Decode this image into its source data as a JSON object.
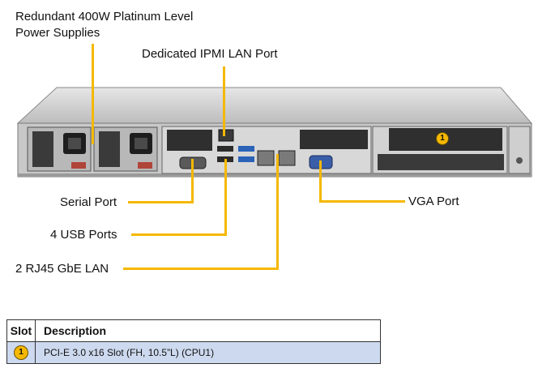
{
  "labels": {
    "power_supplies_line1": "Redundant  400W Platinum  Level",
    "power_supplies_line2": "Power Supplies",
    "ipmi_lan": "Dedicated IPMI  LAN Port",
    "serial_port": "Serial Port",
    "usb_ports": "4 USB Ports",
    "rj45_lan": "2 RJ45 GbE LAN",
    "vga_port": "VGA Port"
  },
  "slot_marker": "1",
  "table": {
    "headers": {
      "slot": "Slot",
      "description": "Description"
    },
    "rows": [
      {
        "slot": "1",
        "description": "PCI-E 3.0 x16 Slot (FH, 10.5”L) (CPU1)"
      }
    ]
  },
  "colors": {
    "callout": "#f5b800",
    "chassis_body": "#c8c8c8",
    "table_row": "#cdd9ee"
  }
}
